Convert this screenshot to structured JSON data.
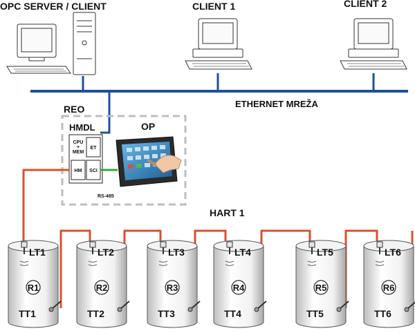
{
  "computers": [
    {
      "label": "OPC SERVER / CLIENT"
    },
    {
      "label": "CLIENT 1"
    },
    {
      "label": "CLIENT 2"
    }
  ],
  "network": {
    "label": "ETHERNET MREŽA"
  },
  "reo": {
    "label": "REO"
  },
  "hmdl": {
    "label": "HMDL",
    "cpu_label": [
      "CPU",
      "+",
      "MEM"
    ],
    "et_label": "ET",
    "hm_label": "HM",
    "sci_label": "SCI",
    "bus_label": "RS-485"
  },
  "op": {
    "label": "OP"
  },
  "hart": {
    "label": "HART 1"
  },
  "tanks": [
    {
      "lt": "LT1",
      "r": "R1",
      "tt": "TT1"
    },
    {
      "lt": "LT2",
      "r": "R2",
      "tt": "TT2"
    },
    {
      "lt": "LT3",
      "r": "R3",
      "tt": "TT3"
    },
    {
      "lt": "LT4",
      "r": "R4",
      "tt": "TT4"
    },
    {
      "lt": "LT5",
      "r": "R5",
      "tt": "TT5"
    },
    {
      "lt": "LT6",
      "r": "R6",
      "tt": "TT6"
    }
  ],
  "colors": {
    "ethernet": "#1d4f9c",
    "hart_wire": "#d9502e",
    "green_wire": "#3aa53a",
    "dashed_box": "#bdbdbd"
  }
}
